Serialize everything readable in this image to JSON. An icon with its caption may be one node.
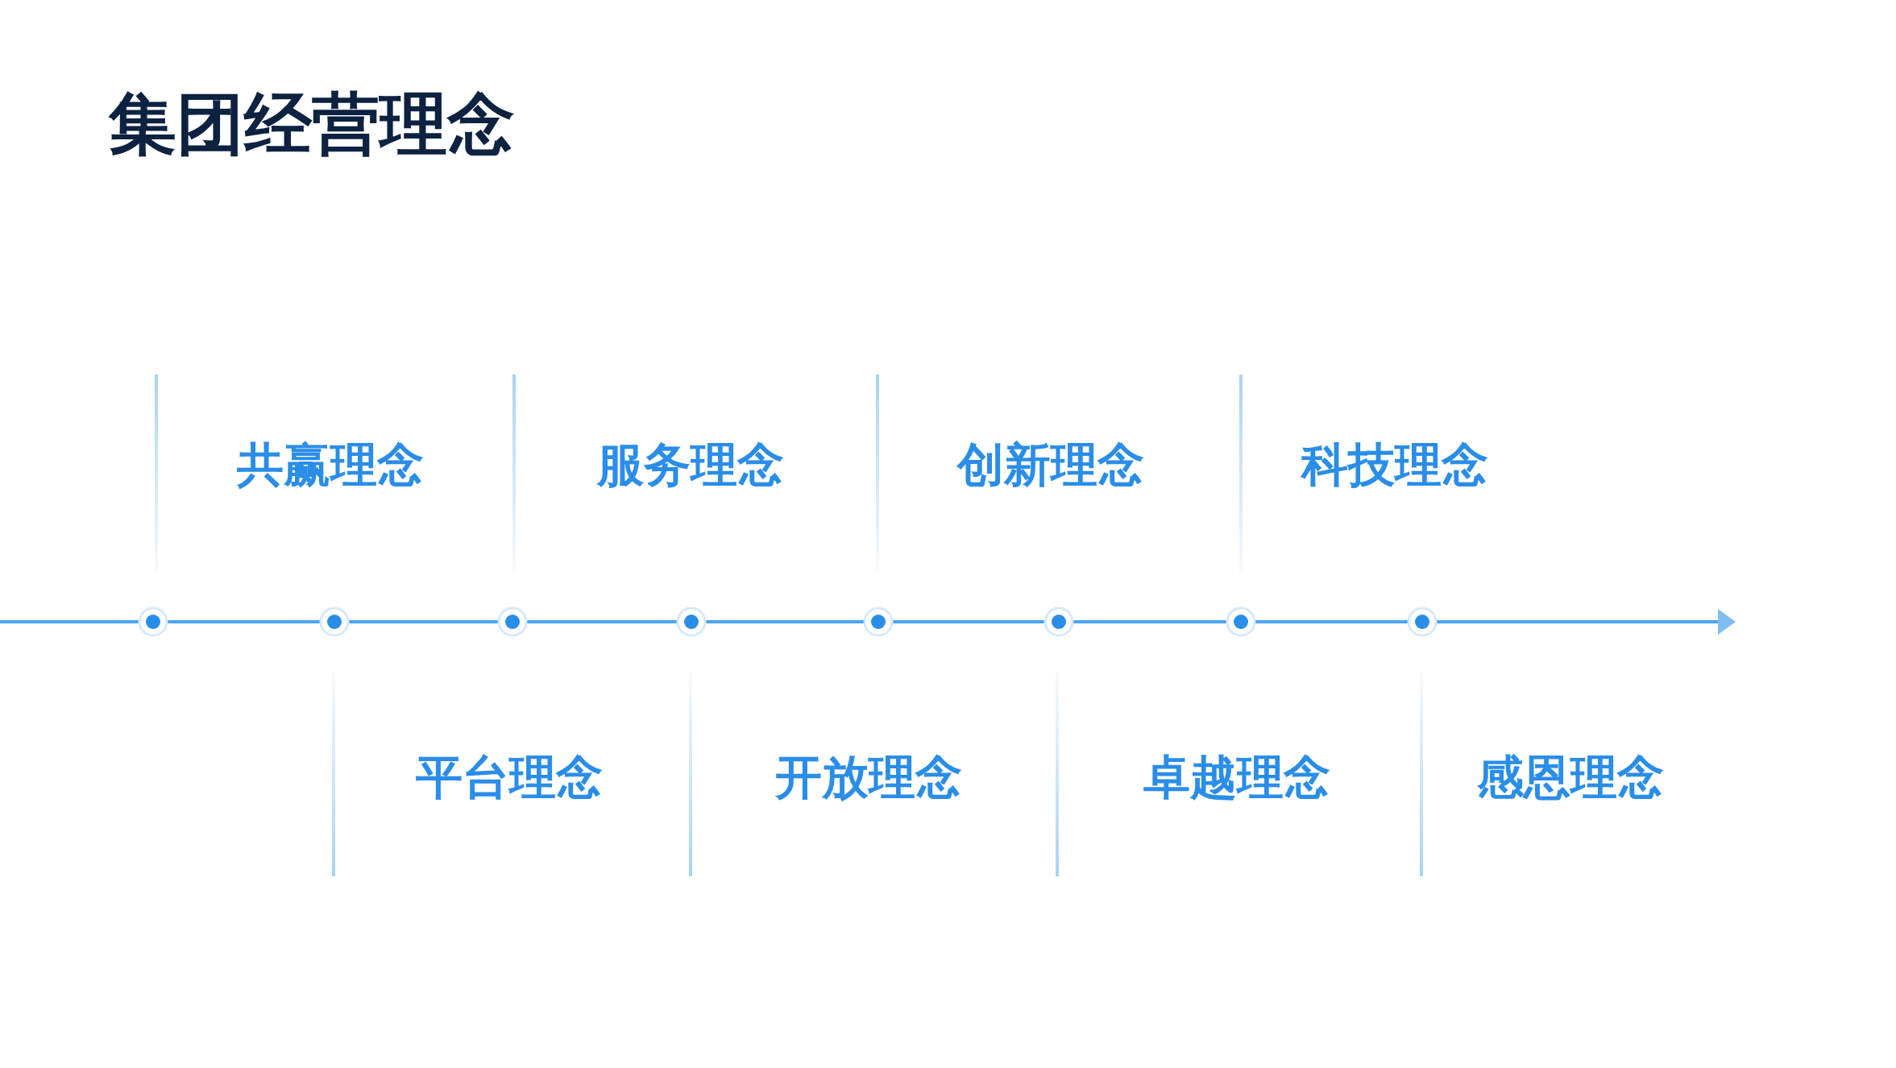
{
  "diagram": {
    "title": "集团经营理念",
    "labels": [
      "共赢理念",
      "平台理念",
      "服务理念",
      "开放理念",
      "创新理念",
      "卓越理念",
      "科技理念",
      "感恩理念"
    ]
  }
}
